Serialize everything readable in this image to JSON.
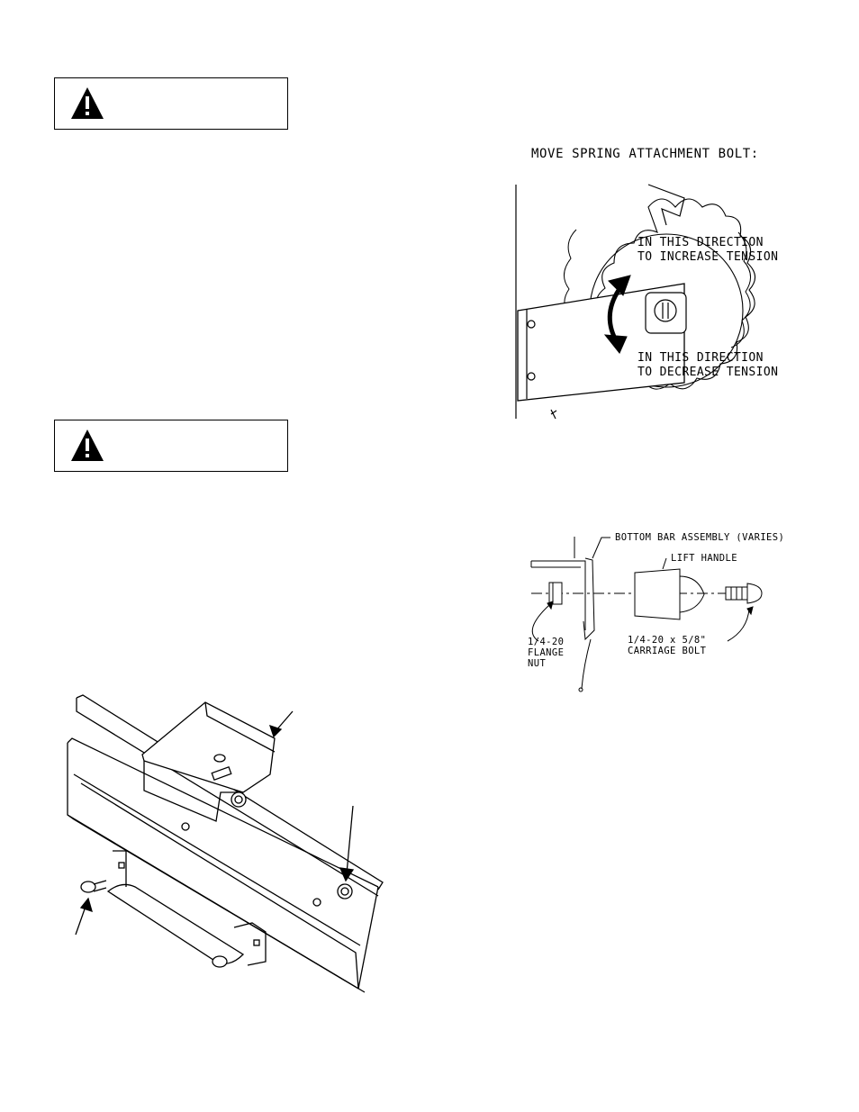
{
  "warnings": [
    {
      "icon": "warning-triangle-icon"
    },
    {
      "icon": "warning-triangle-icon"
    }
  ],
  "spring_figure": {
    "title": "MOVE SPRING ATTACHMENT BOLT:",
    "increase_line1": "IN THIS DIRECTION",
    "increase_line2": "TO INCREASE TENSION",
    "decrease_line1": "IN THIS DIRECTION",
    "decrease_line2": "TO DECREASE TENSION"
  },
  "handle_figure": {
    "bottom_bar": "BOTTOM BAR ASSEMBLY (VARIES)",
    "lift_handle": "LIFT HANDLE",
    "nut_line1": "1/4-20",
    "nut_line2": "FLANGE",
    "nut_line3": "NUT",
    "bolt_line1": "1/4-20 x 5/8\"",
    "bolt_line2": "CARRIAGE BOLT"
  }
}
